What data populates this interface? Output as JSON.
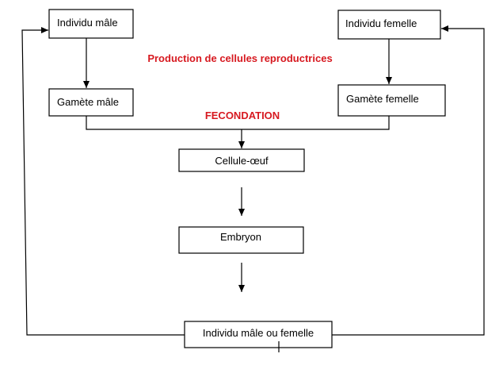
{
  "boxes": {
    "individu_male": "Individu mâle",
    "individu_femelle": "Individu femelle",
    "gamete_male": "Gamète mâle",
    "gamete_femelle": "Gamète femelle",
    "cellule_oeuf": "Cellule-œuf",
    "embryon": "Embryon",
    "individu_male_ou_femelle": "Individu mâle ou femelle"
  },
  "labels": {
    "production": "Production de cellules reproductrices",
    "fecondation": "FECONDATION"
  },
  "colors": {
    "label_red": "#d71920",
    "line": "#000000"
  }
}
